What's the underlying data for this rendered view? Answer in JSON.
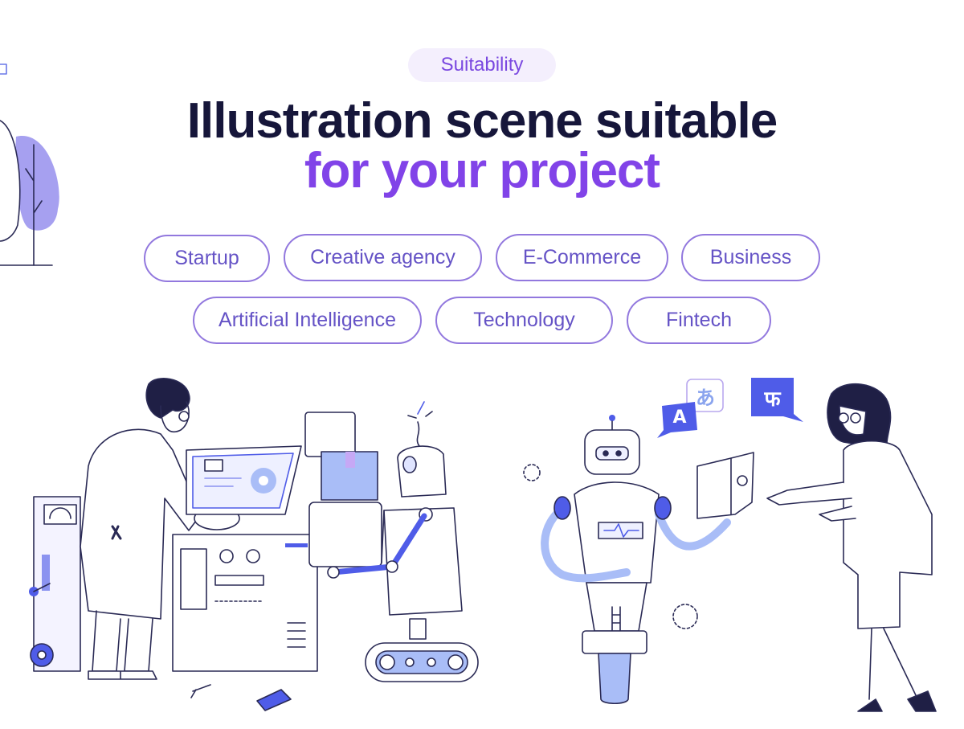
{
  "badge": {
    "label": "Suitability"
  },
  "headline": {
    "line1": "Illustration scene suitable",
    "line2": "for your project"
  },
  "tags": {
    "row1": [
      "Startup",
      "Creative agency",
      "E-Commerce",
      "Business"
    ],
    "row2": [
      "Artificial Intelligence",
      "Technology",
      "Fintech"
    ]
  },
  "illustration": {
    "bubbles": {
      "latin": "A",
      "japanese": "あ",
      "hindi": "फ"
    }
  },
  "colors": {
    "navy": "#16163a",
    "purple": "#8143e8",
    "pill_border": "#9278de",
    "blue": "#4f5ce8",
    "light_blue": "#a9bdf7"
  }
}
